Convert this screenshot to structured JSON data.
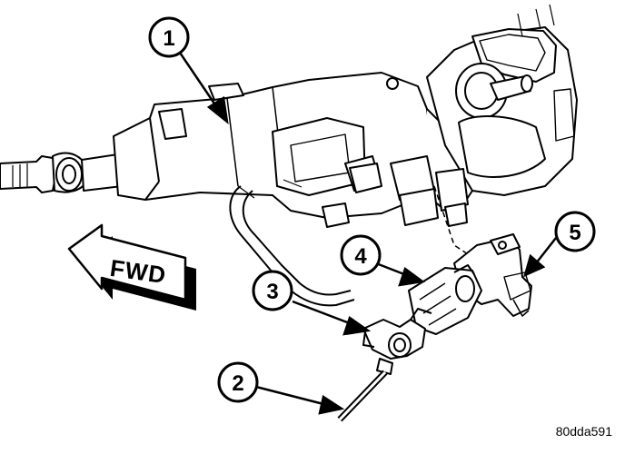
{
  "diagram": {
    "direction_label": "FWD",
    "figure_id": "80dda591",
    "callouts": [
      {
        "number": "1"
      },
      {
        "number": "2"
      },
      {
        "number": "3"
      },
      {
        "number": "4"
      },
      {
        "number": "5"
      }
    ]
  }
}
